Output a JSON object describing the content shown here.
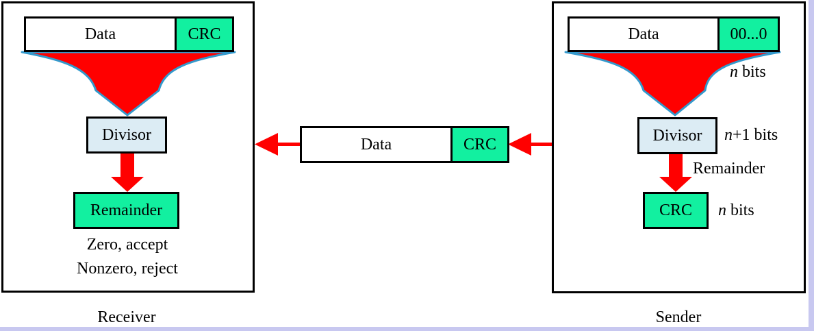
{
  "receiver": {
    "data_label": "Data",
    "crc_label": "CRC",
    "divisor_label": "Divisor",
    "remainder_label": "Remainder",
    "result_zero": "Zero, accept",
    "result_nonzero": "Nonzero, reject",
    "caption": "Receiver"
  },
  "middle": {
    "data_label": "Data",
    "crc_label": "CRC"
  },
  "sender": {
    "data_label": "Data",
    "zeros_label": "00...0",
    "n_bits_italic": "n",
    "n_bits_rest": " bits",
    "divisor_label": "Divisor",
    "n_plus1_italic": "n",
    "n_plus1_rest": "+1 bits",
    "remainder_label": "Remainder",
    "crc_label": "CRC",
    "crc_bits_italic": "n",
    "crc_bits_rest": " bits",
    "caption": "Sender"
  },
  "colors": {
    "arrow_red": "#ff0000",
    "funnel_outline": "#3399cc",
    "crc_green": "#12f0a0",
    "divisor_blue": "#dcecf4",
    "frame": "#c8c8f0"
  }
}
